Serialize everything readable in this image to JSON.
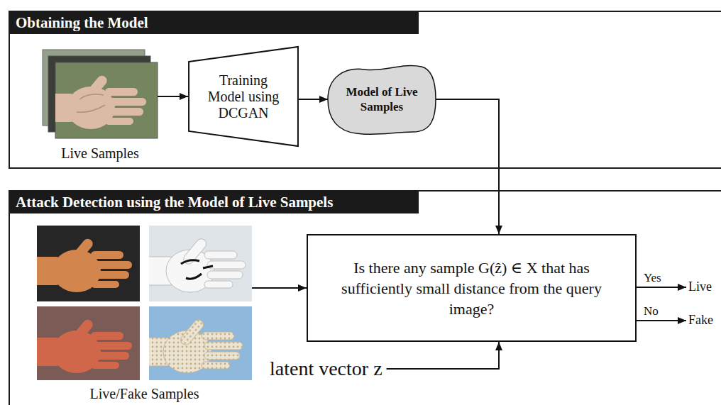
{
  "diagram": {
    "nodes": [
      {
        "text": [
          "Obtaining the Model"
        ]
      },
      {
        "text": [
          "Live Samples"
        ],
        "in": 0
      },
      {
        "text": [
          "Training Model using DCGAN"
        ],
        "in": 0
      },
      {
        "text": [
          "Model of Live Samples"
        ],
        "in": 0
      },
      {
        "text": [
          "Attack Detection using the Model of Live Sampels"
        ]
      },
      {
        "text": [
          "Live/Fake Samples"
        ],
        "in": 4
      },
      {
        "text": [
          "Is there any sample G(ẑ) ∈ X that has sufficiently small distance from the query image?"
        ],
        "in": 4
      },
      {
        "text": [
          "latent vector z"
        ],
        "in": 4
      },
      {
        "text": [
          "Live"
        ],
        "in": 4
      },
      {
        "text": [
          "Fake"
        ],
        "in": 4
      }
    ],
    "edges": [
      {
        "from": 1,
        "to": 2,
        "arrow": "to"
      },
      {
        "from": 2,
        "to": 3,
        "arrow": "to"
      },
      {
        "from": 3,
        "to": 6,
        "arrow": "to"
      },
      {
        "from": 5,
        "to": 6,
        "arrow": "to"
      },
      {
        "from": 7,
        "to": 6,
        "arrow": "to"
      },
      {
        "from": 6,
        "to": 8,
        "label": "Yes",
        "arrow": "to"
      },
      {
        "from": 6,
        "to": 9,
        "label": "No",
        "arrow": "to"
      }
    ]
  }
}
